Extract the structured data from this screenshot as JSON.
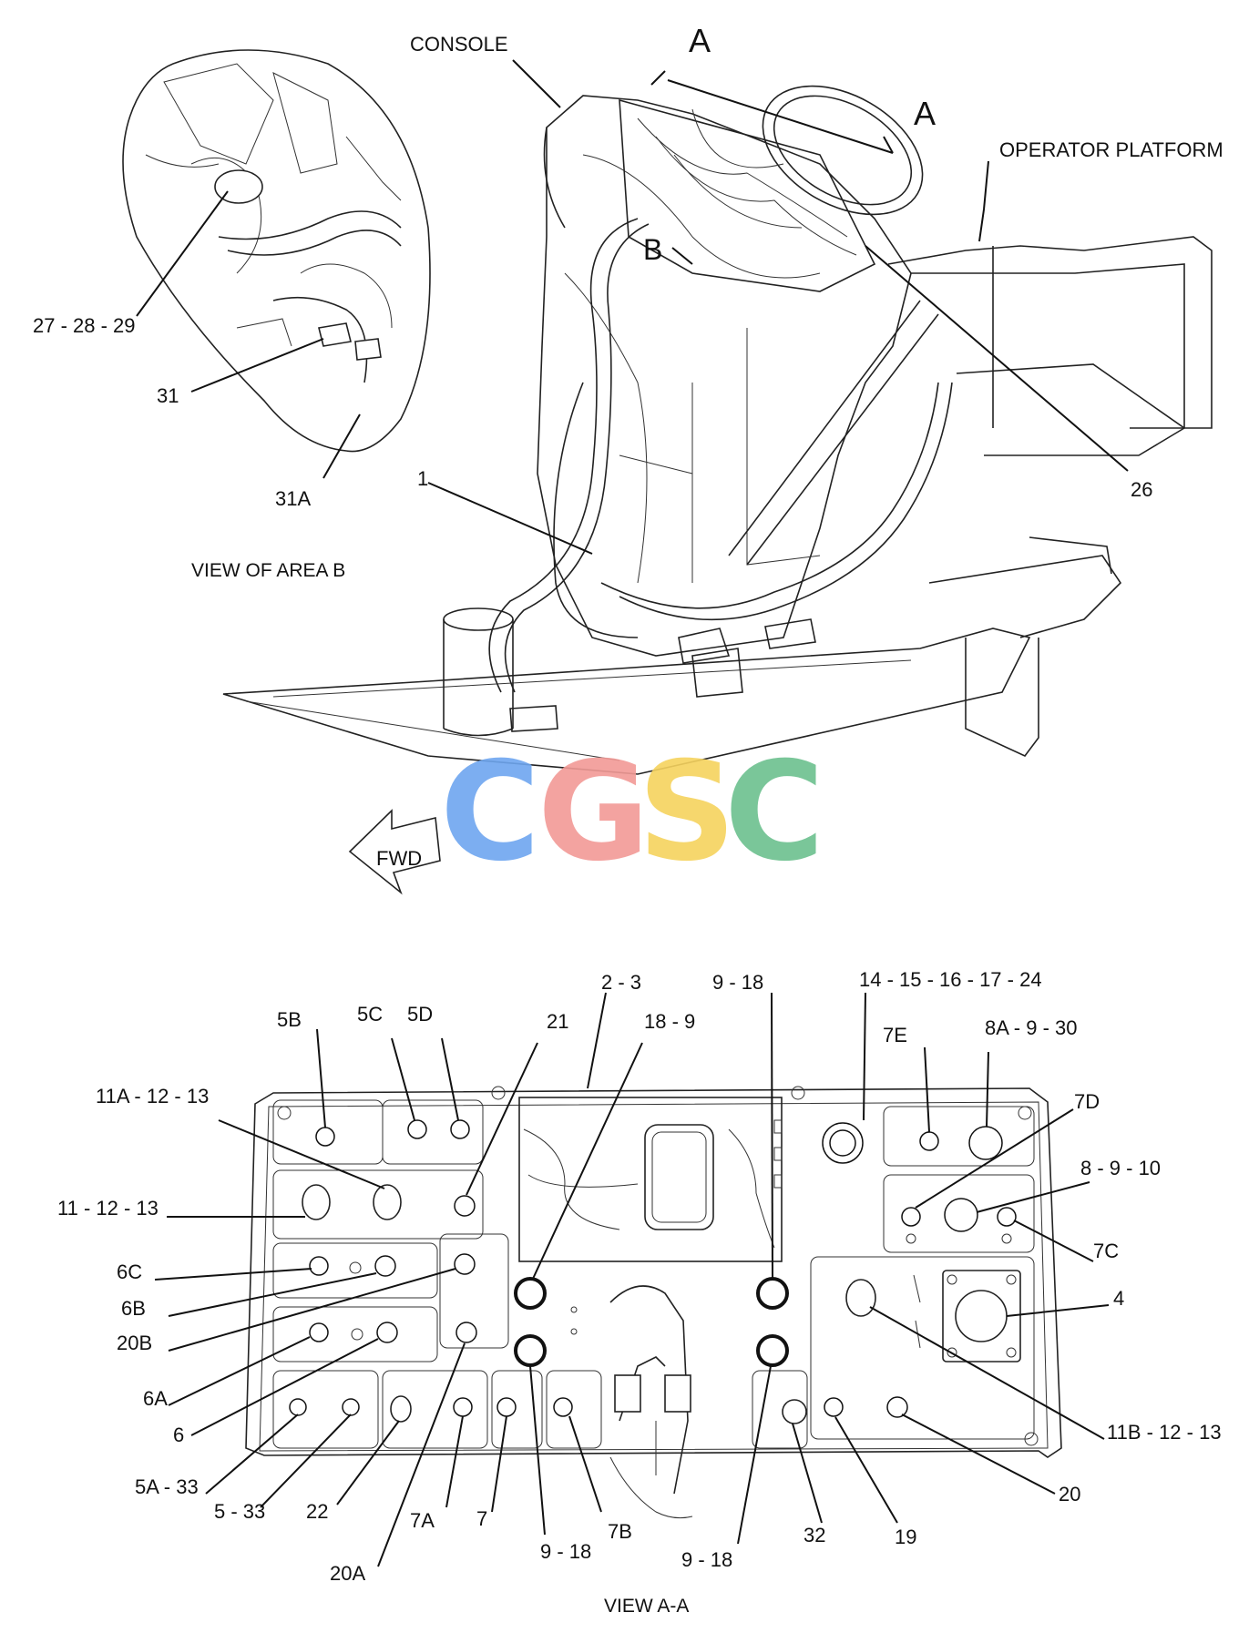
{
  "upper_view": {
    "callouts": {
      "console": "CONSOLE",
      "section_a_left": "A",
      "section_a_right": "A",
      "operator_platform": "OPERATOR PLATFORM",
      "area_b": "B",
      "item_27_28_29": "27 - 28 - 29",
      "item_31": "31",
      "item_31a": "31A",
      "item_1": "1",
      "item_26": "26"
    },
    "caption": "VIEW OF AREA B",
    "fwd_arrow": "FWD"
  },
  "watermark": {
    "letters": [
      "C",
      "G",
      "S",
      "C"
    ],
    "colors": [
      "#6ea6f0",
      "#f29a96",
      "#f6d35e",
      "#6cc08e"
    ]
  },
  "panel_view": {
    "callouts": {
      "c_2_3": "2 - 3",
      "c_9_18_top": "9 - 18",
      "c_14_24": "14 - 15 - 16 - 17 - 24",
      "c_5b": "5B",
      "c_5c": "5C",
      "c_5d": "5D",
      "c_21": "21",
      "c_18_9": "18 - 9",
      "c_7e": "7E",
      "c_8a_9_30": "8A - 9 - 30",
      "c_11a": "11A - 12 - 13",
      "c_7d": "7D",
      "c_11": "11 - 12 - 13",
      "c_8_9_10": "8 - 9 - 10",
      "c_7c": "7C",
      "c_6c": "6C",
      "c_4": "4",
      "c_6b": "6B",
      "c_20b": "20B",
      "c_6a": "6A",
      "c_6": "6",
      "c_11b": "11B - 12 - 13",
      "c_5a_33": "5A - 33",
      "c_20": "20",
      "c_5_33": "5 - 33",
      "c_22": "22",
      "c_7a": "7A",
      "c_7": "7",
      "c_7b": "7B",
      "c_32": "32",
      "c_19": "19",
      "c_9_18_bl": "9 - 18",
      "c_9_18_br": "9 - 18",
      "c_20a": "20A"
    },
    "caption": "VIEW A-A"
  }
}
